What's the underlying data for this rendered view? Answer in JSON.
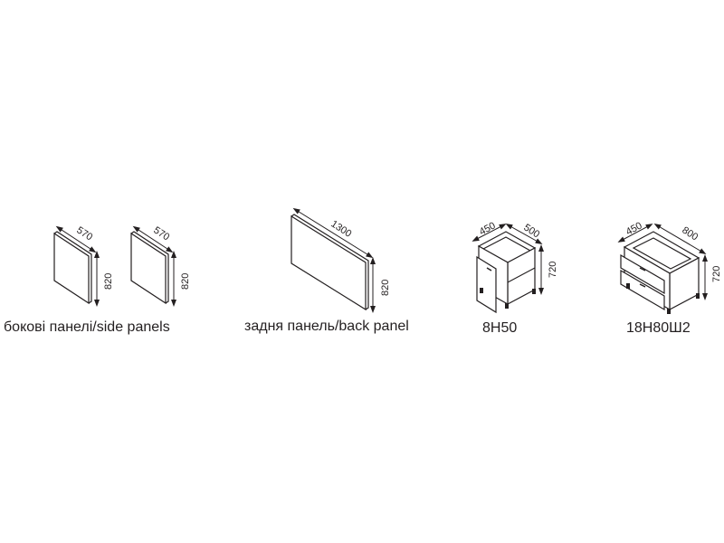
{
  "items": [
    {
      "id": "side-panel-1",
      "dims": {
        "depth": "570",
        "height": "820"
      }
    },
    {
      "id": "side-panel-2",
      "dims": {
        "depth": "570",
        "height": "820"
      }
    },
    {
      "id": "back-panel",
      "dims": {
        "width": "1300",
        "height": "820"
      }
    },
    {
      "id": "cabinet-8h50",
      "dims": {
        "depth": "450",
        "width": "500",
        "height": "720"
      }
    },
    {
      "id": "cabinet-18h80sh2",
      "dims": {
        "depth": "450",
        "width": "800",
        "height": "720"
      }
    }
  ],
  "captions": {
    "side_panels": "бокові панелі/side panels",
    "back_panel": "задня панель/back panel",
    "cabinet_1": "8Н50",
    "cabinet_2": "18Н80Ш2"
  },
  "colors": {
    "line": "#231f20",
    "background": "#ffffff"
  }
}
